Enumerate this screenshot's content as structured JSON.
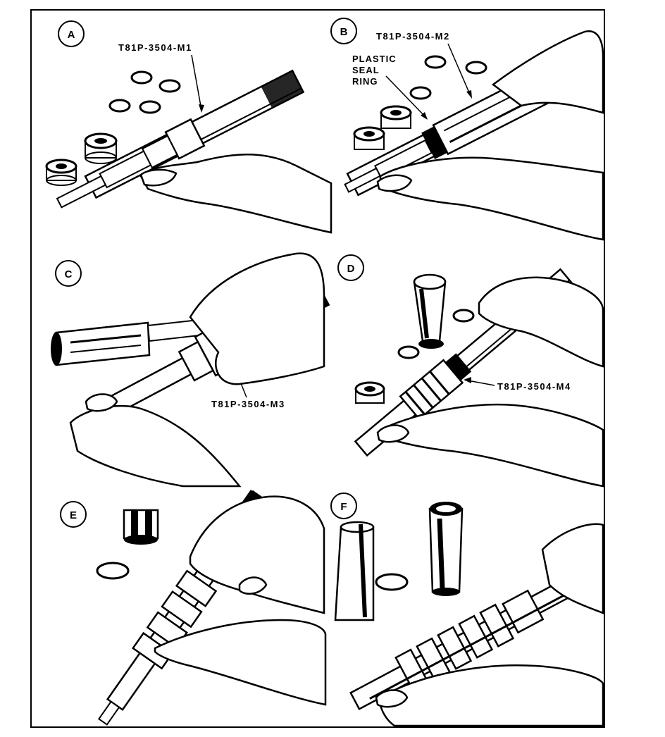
{
  "panels": [
    {
      "letter": "A",
      "part_number": "T81P-3504-M1"
    },
    {
      "letter": "B",
      "part_number": "T81P-3504-M2",
      "callout_lines": [
        "PLASTIC",
        "SEAL",
        "RING"
      ]
    },
    {
      "letter": "C",
      "part_number": "T81P-3504-M3"
    },
    {
      "letter": "D",
      "part_number": "T81P-3504-M4"
    },
    {
      "letter": "E"
    },
    {
      "letter": "F"
    }
  ],
  "colors": {
    "ink": "#000000",
    "paper": "#ffffff"
  }
}
